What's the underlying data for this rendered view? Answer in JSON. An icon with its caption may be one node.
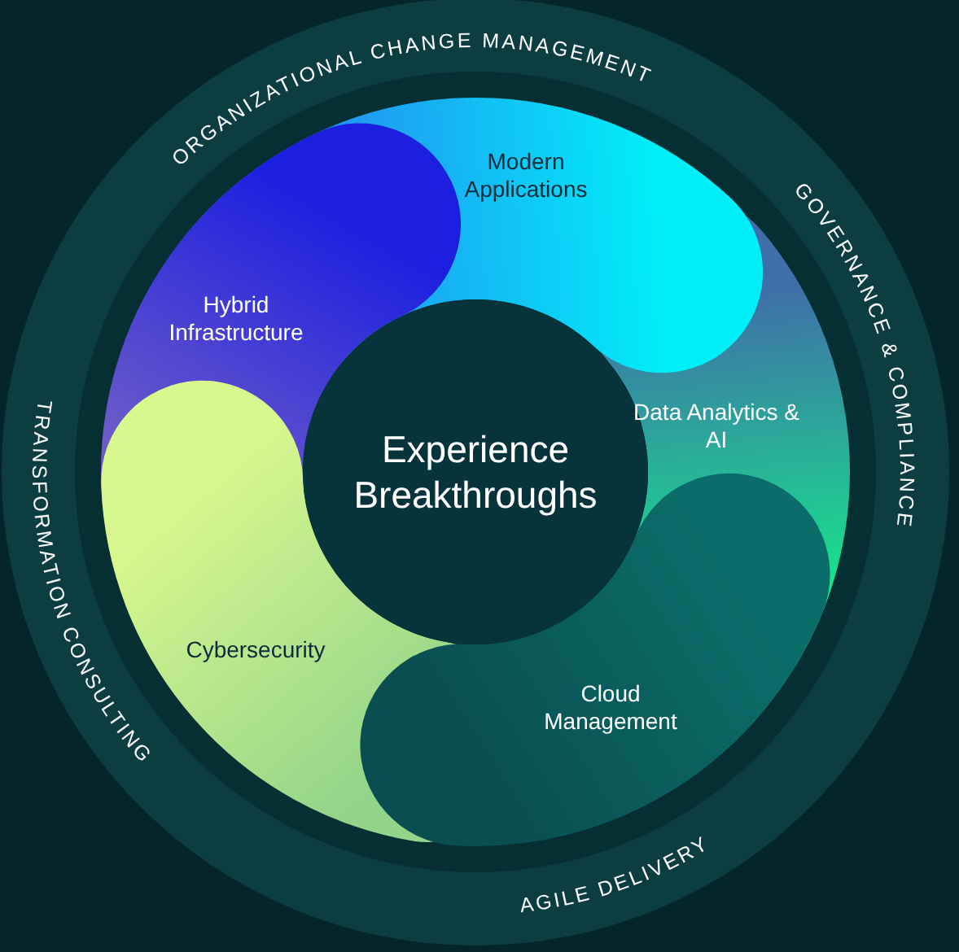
{
  "diagram": {
    "nodes": [
      {
        "text": [
          "Experience Breakthroughs"
        ]
      },
      {
        "text": [
          "Modern Applications"
        ]
      },
      {
        "text": [
          "Hybrid Infrastructure"
        ]
      },
      {
        "text": [
          "Data Analytics & AI"
        ]
      },
      {
        "text": [
          "Cybersecurity"
        ]
      },
      {
        "text": [
          "Cloud Management"
        ]
      }
    ],
    "labels": [
      "ORGANIZATIONAL CHANGE MANAGEMENT",
      "GOVERNANCE & COMPLIANCE",
      "TRANSFORMATION CONSULTING",
      "AGILE DELIVERY"
    ]
  }
}
